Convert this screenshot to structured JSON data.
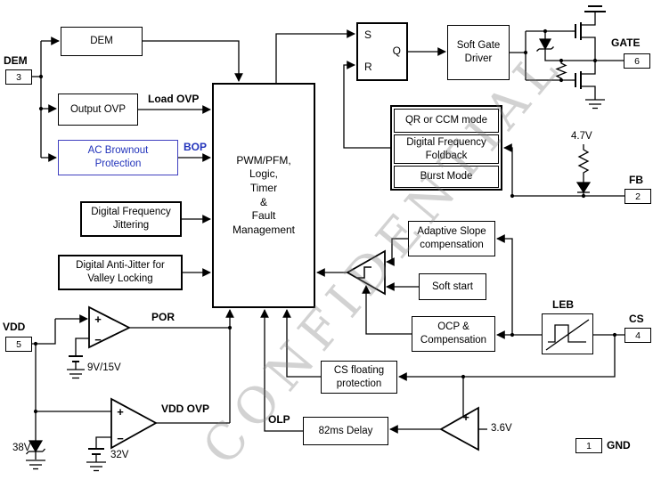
{
  "watermark": "CONFIDENTIAL",
  "blocks": {
    "dem": "DEM",
    "output_ovp": "Output OVP",
    "ac_brownout": "AC Brownout\nProtection",
    "freq_jitter": "Digital Frequency\nJittering",
    "anti_jitter": "Digital Anti-Jitter for\nValley Locking",
    "pwm_core": "PWM/PFM,\nLogic,\nTimer\n&\nFault\nManagement",
    "soft_gate_driver": "Soft Gate\nDriver",
    "qr_ccm": "QR or CCM mode",
    "freq_foldback": "Digital Frequency\nFoldback",
    "burst_mode": "Burst Mode",
    "adaptive_slope": "Adaptive Slope\ncompensation",
    "soft_start": "Soft start",
    "ocp_comp": "OCP &\nCompensation",
    "cs_floating": "CS floating\nprotection",
    "delay": "82ms Delay"
  },
  "latch": {
    "s": "S",
    "r": "R",
    "q": "Q"
  },
  "labels": {
    "dem": "DEM",
    "load_ovp": "Load OVP",
    "bop": "BOP",
    "gate": "GATE",
    "fb": "FB",
    "cs": "CS",
    "leb": "LEB",
    "vdd": "VDD",
    "por": "POR",
    "vdd_ovp": "VDD OVP",
    "olp": "OLP",
    "gnd": "GND",
    "v_4_7": "4.7V",
    "v_9_15": "9V/15V",
    "v_38": "38V",
    "v_32": "32V",
    "v_3_6": "3.6V",
    "plus": "+",
    "minus": "−"
  },
  "pins": {
    "dem": "3",
    "gate": "6",
    "fb": "2",
    "cs": "4",
    "vdd": "5",
    "gnd": "1"
  },
  "colors": {
    "accent_blue": "#2233bb",
    "wire": "#000000"
  }
}
